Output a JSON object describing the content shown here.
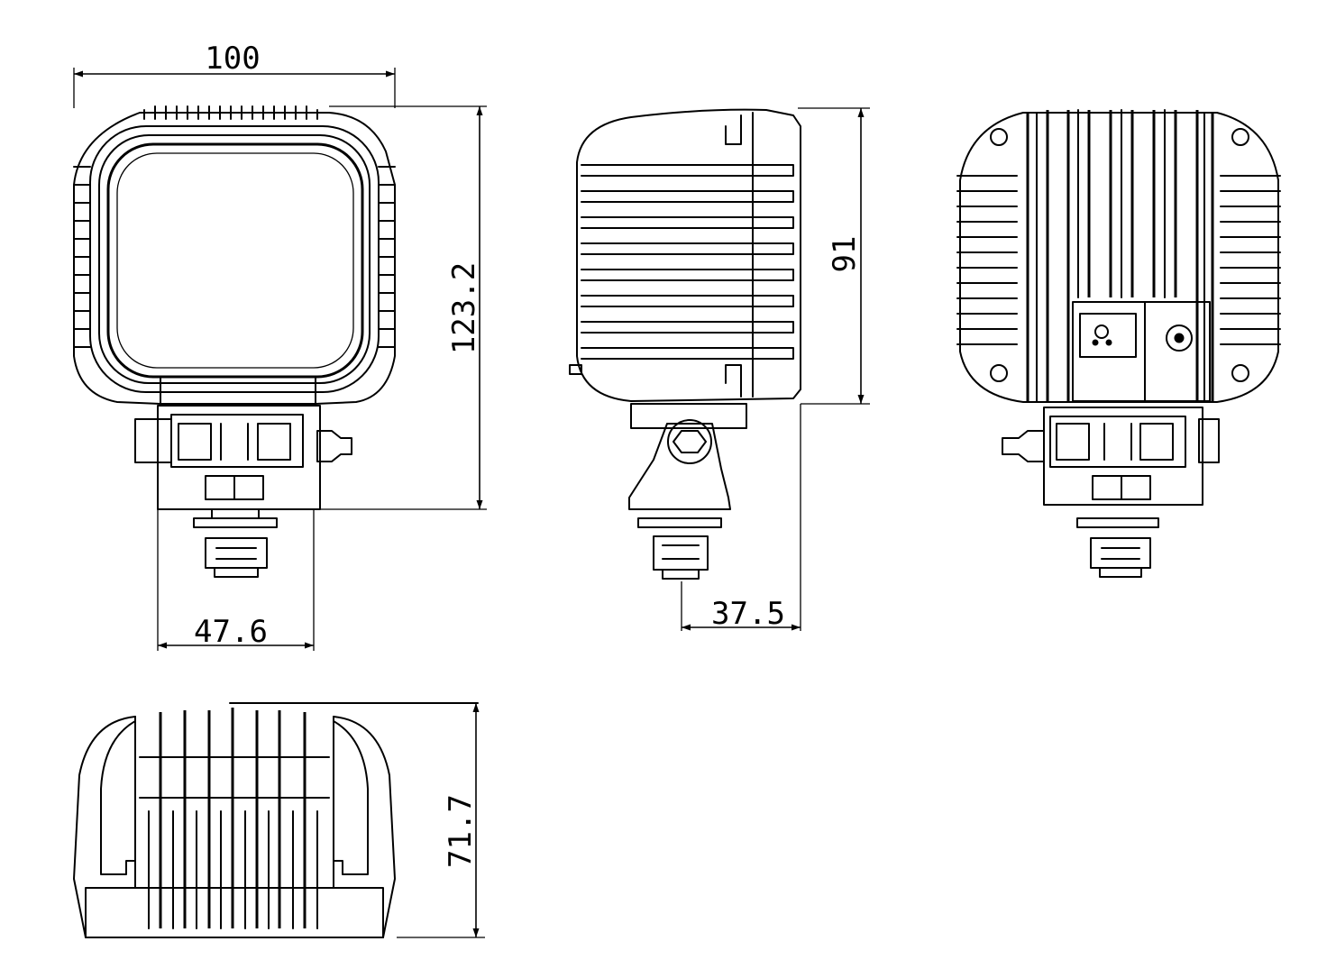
{
  "colors": {
    "stroke": "#000000",
    "background": "#ffffff"
  },
  "dimensions": {
    "front_width": "100",
    "front_height": "123.2",
    "bracket_width": "47.6",
    "side_height": "91",
    "side_depth": "37.5",
    "bottom_height": "71.7"
  }
}
